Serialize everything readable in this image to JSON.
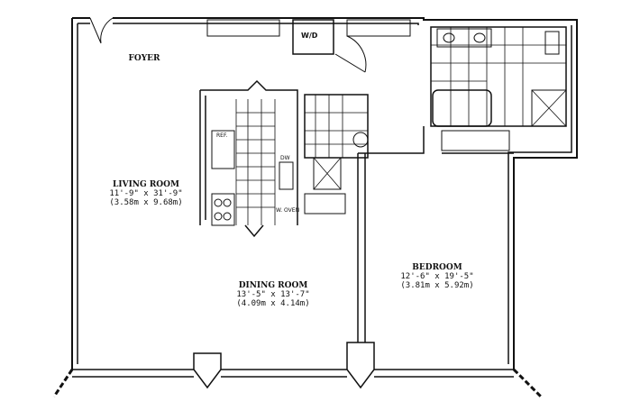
{
  "rooms": {
    "foyer": {
      "name": "FOYER"
    },
    "living_room": {
      "name": "LIVING ROOM",
      "dims_imperial": "11'-9\" x 31'-9\"",
      "dims_metric": "(3.58m x 9.68m)"
    },
    "dining_room": {
      "name": "DINING ROOM",
      "dims_imperial": "13'-5\" x 13'-7\"",
      "dims_metric": "(4.09m x 4.14m)"
    },
    "bedroom": {
      "name": "BEDROOM",
      "dims_imperial": "12'-6\" x 19'-5\"",
      "dims_metric": "(3.81m x 5.92m)"
    }
  },
  "fixtures": {
    "washer_dryer": "W/D",
    "refrigerator": "REF.",
    "dishwasher": "DW",
    "wall_oven": "W. OVEN"
  }
}
